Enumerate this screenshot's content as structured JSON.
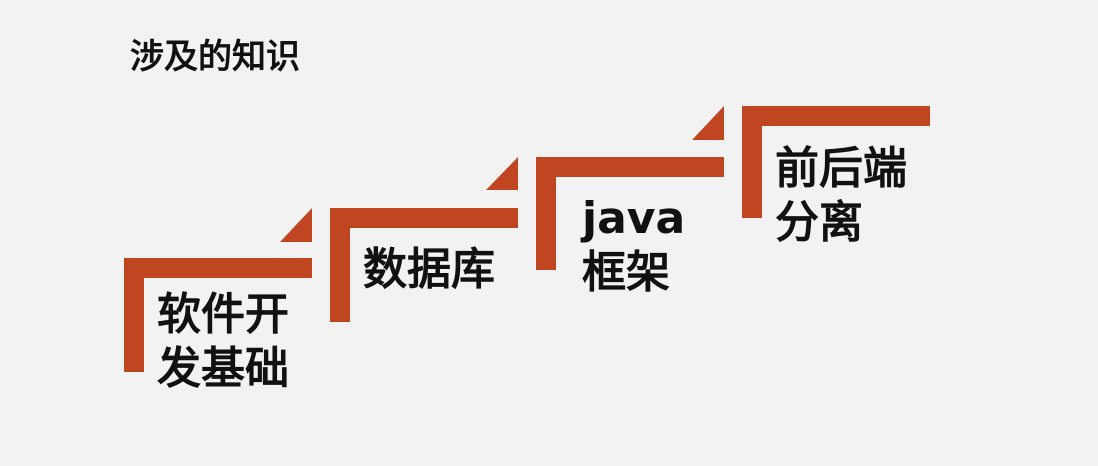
{
  "title": "涉及的知识",
  "accent_color": "#bf4620",
  "steps": [
    {
      "lines": [
        "软件开",
        "发基础"
      ]
    },
    {
      "lines": [
        "数据库"
      ]
    },
    {
      "lines": [
        "java",
        "框架"
      ]
    },
    {
      "lines": [
        "前后端",
        "分离"
      ]
    }
  ]
}
